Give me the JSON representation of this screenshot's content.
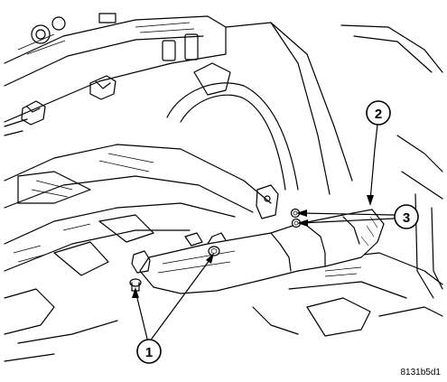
{
  "diagram": {
    "callouts": [
      {
        "number": "1",
        "target": "fastener"
      },
      {
        "number": "2",
        "target": "trim-panel"
      },
      {
        "number": "3",
        "target": "nut"
      }
    ],
    "figure_code": "8131b5d1",
    "colors": {
      "line": "#000000",
      "background": "#ffffff"
    }
  }
}
